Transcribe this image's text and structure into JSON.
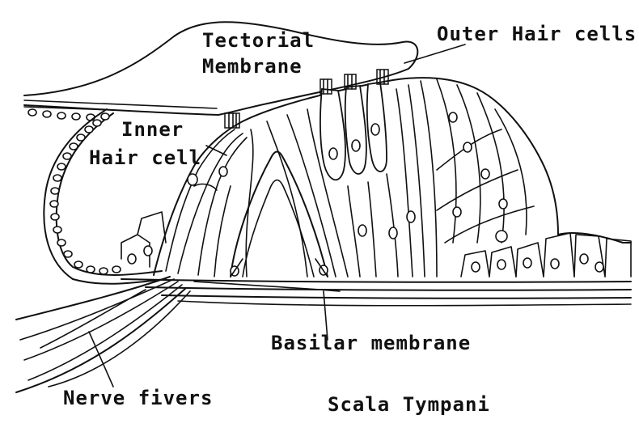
{
  "diagram": {
    "labels": {
      "tectorial_line1": "Tectorial",
      "tectorial_line2": "Membrane",
      "outer_hair_cells": "Outer Hair cells",
      "inner_line1": "Inner",
      "inner_line2": "Hair cell",
      "basilar": "Basilar membrane",
      "nerve": "Nerve fivers",
      "scala": "Scala Tympani"
    }
  }
}
